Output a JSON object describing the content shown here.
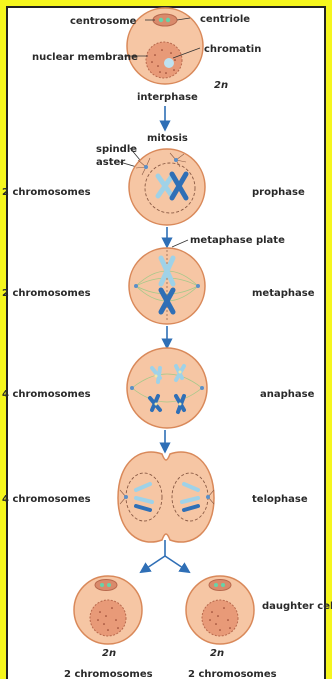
{
  "labels": {
    "centrosome": "centrosome",
    "centriole": "centriole",
    "nuclear_membrane": "nuclear membrane",
    "chromatin": "chromatin",
    "two_n_top": "2n",
    "interphase": "interphase",
    "mitosis": "mitosis",
    "spindle": "spindle",
    "aster": "aster",
    "prophase_count": "2 chromosomes",
    "prophase": "prophase",
    "metaphase_plate": "metaphase plate",
    "metaphase_count": "2 chromosomes",
    "metaphase": "metaphase",
    "anaphase_count": "4 chromosomes",
    "anaphase": "anaphase",
    "telophase_count": "4 chromosomes",
    "telophase": "telophase",
    "daughter_cells": "daughter cells",
    "two_n_left": "2n",
    "two_n_right": "2n",
    "left_count": "2 chromosomes",
    "right_count": "2 chromosomes"
  },
  "colors": {
    "frame": "#f5f61e",
    "cell_fill": "#f6c6a4",
    "cell_stroke": "#d9895a",
    "nucleus": "#e89a78",
    "chromosome_blue": "#2f6fb6",
    "chromosome_light": "#9fd2e8",
    "spindle_green": "#a6c98a",
    "centriole": "#67d3a8",
    "arrow": "#2f6fb6"
  }
}
